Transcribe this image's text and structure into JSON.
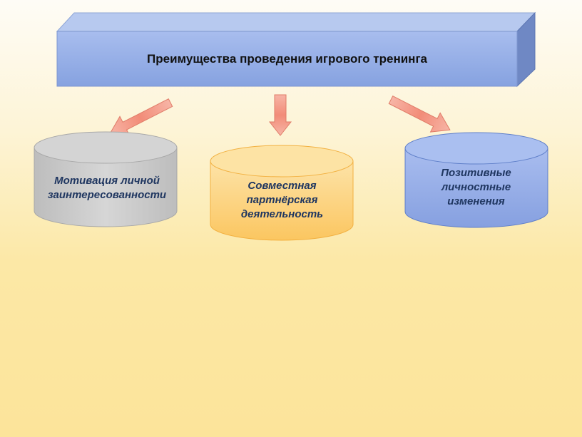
{
  "title": "Преимущества проведения игрового тренинга",
  "nodes": [
    {
      "id": "motivation",
      "label": "Мотивация личной заинтересованности",
      "color": "#c8c8c8"
    },
    {
      "id": "joint",
      "label": "Совместная партнёрская деятельность",
      "color": "#fcd47a"
    },
    {
      "id": "positive",
      "label": "Позитивные личностные изменения",
      "color": "#8ea8e6"
    }
  ],
  "colors": {
    "header_front": "#94aee6",
    "header_top": "#b5c8ef",
    "header_side": "#6f88c4",
    "arrow": "#f49a88",
    "label_text": "#1f3660"
  }
}
